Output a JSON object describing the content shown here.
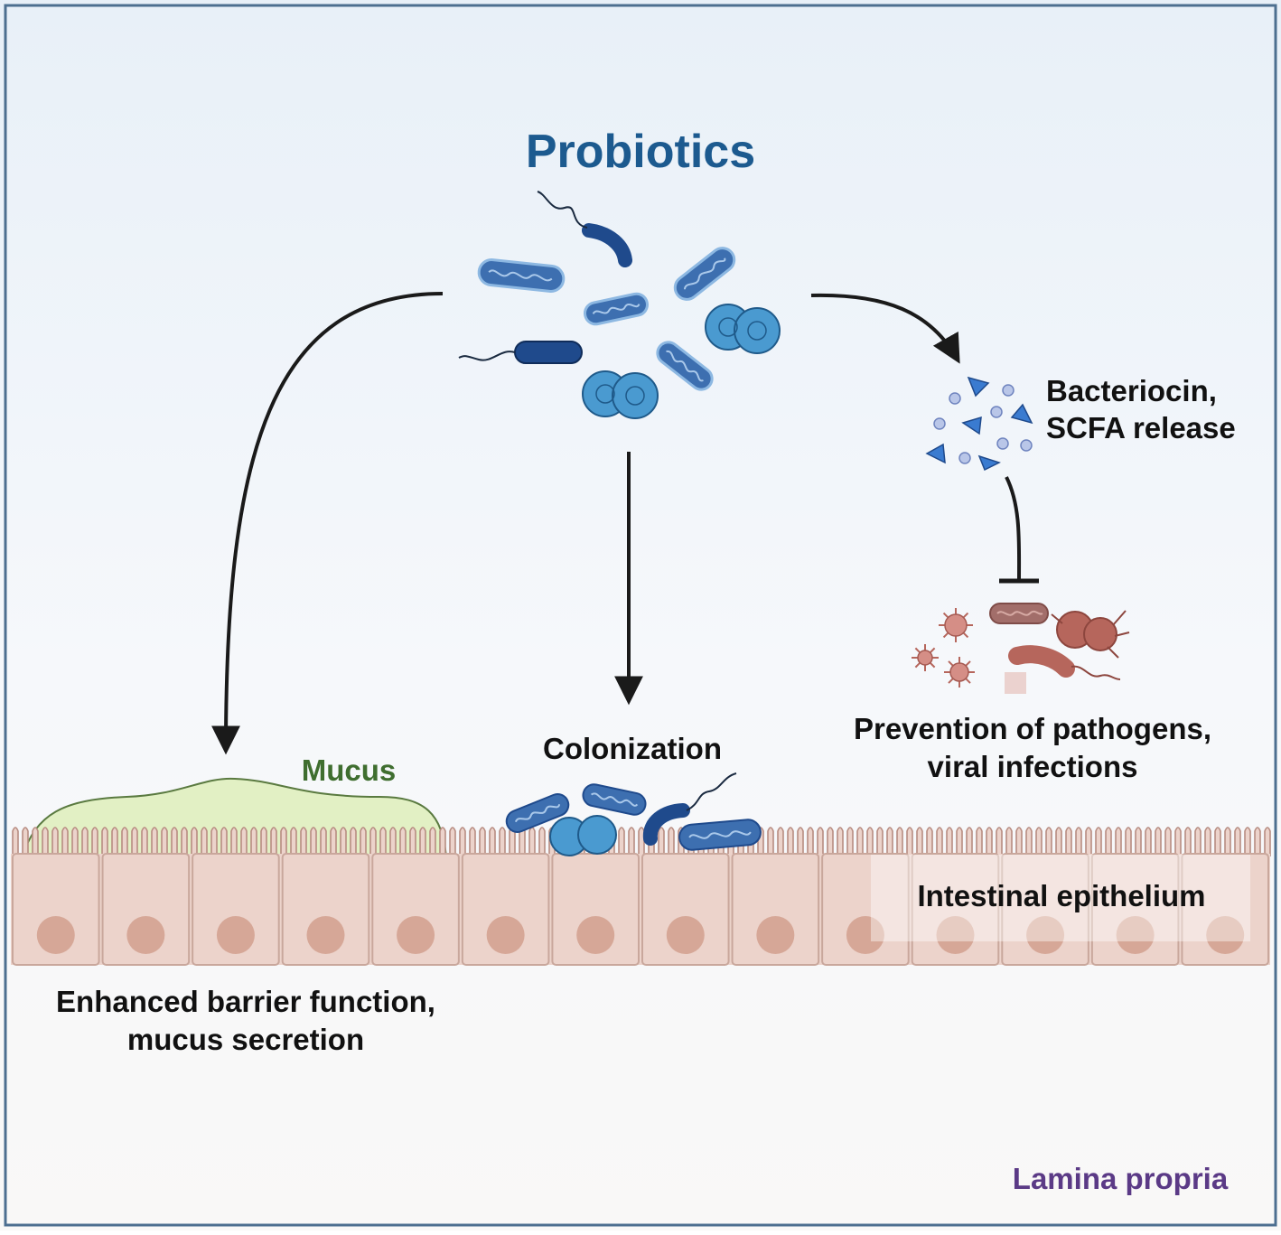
{
  "title": "Probiotics",
  "labels": {
    "bacteriocin": [
      "Bacteriocin,",
      "SCFA release"
    ],
    "prevention": [
      "Prevention of pathogens,",
      "viral infections"
    ],
    "colonization": "Colonization",
    "mucus": "Mucus",
    "epithelium": "Intestinal epithelium",
    "barrier": [
      "Enhanced barrier function,",
      "mucus secretion"
    ],
    "lamina": "Lamina propria"
  },
  "colors": {
    "title": "#1c5a8f",
    "mucus_text": "#3f6e2f",
    "lamina_text": "#5b3a86",
    "bacteria_dark": "#1f4a8c",
    "bacteria_light": "#4b86c2",
    "cocci": "#4a9ad0",
    "pathogen": "#b6665c",
    "cell_fill": "#ecd3cb",
    "nucleus": "#d6a797",
    "mucus_fill": "#e2f0c4",
    "frame": "#4d6f90"
  }
}
